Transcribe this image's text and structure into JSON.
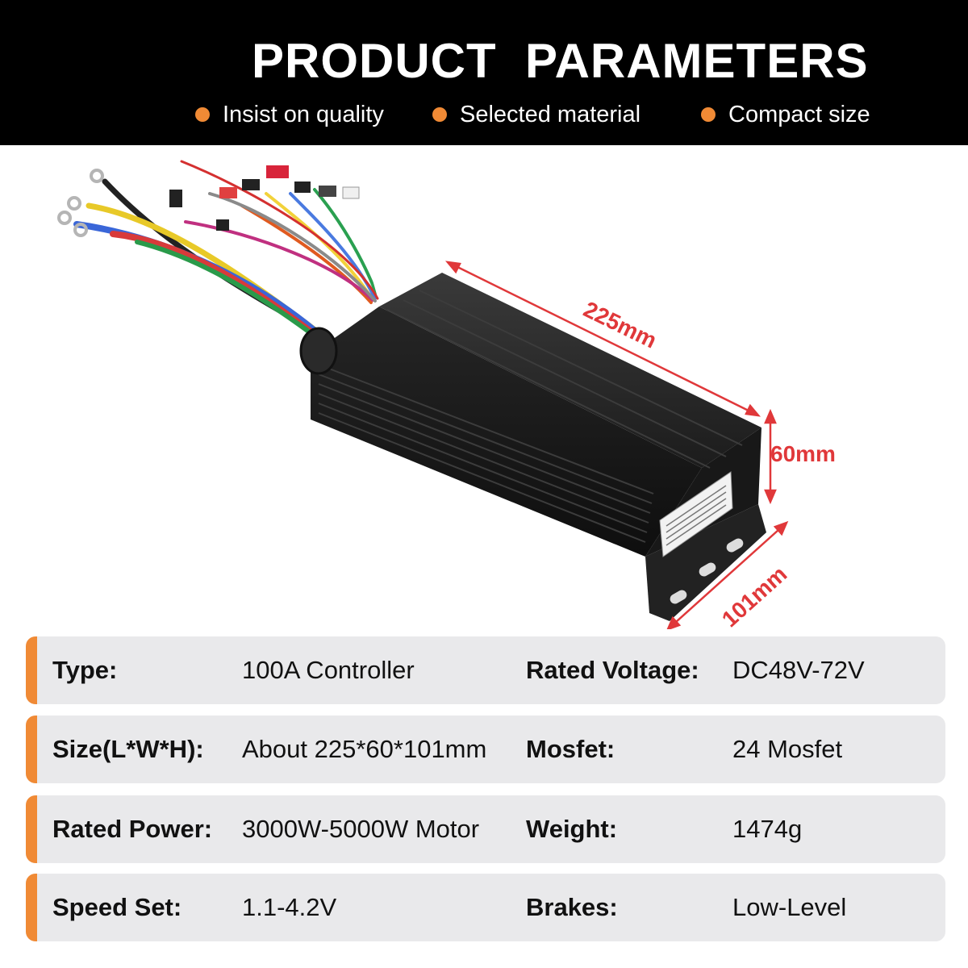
{
  "header": {
    "title": "PRODUCT  PARAMETERS",
    "features": [
      "Insist on quality",
      "Selected material",
      "Compact size"
    ]
  },
  "dimensions": {
    "length": "225mm",
    "height": "60mm",
    "width": "101mm"
  },
  "specs": [
    {
      "label_left": "Type:",
      "value_left": "100A  Controller",
      "label_right": "Rated Voltage:",
      "value_right": "DC48V-72V"
    },
    {
      "label_left": "Size(L*W*H):",
      "value_left": "About 225*60*101mm",
      "label_right": "Mosfet:",
      "value_right": "24 Mosfet"
    },
    {
      "label_left": "Rated Power:",
      "value_left": "3000W-5000W Motor",
      "label_right": "Weight:",
      "value_right": "1474g"
    },
    {
      "label_left": "Speed Set:",
      "value_left": "1.1-4.2V",
      "label_right": "Brakes:",
      "value_right": "Low-Level"
    }
  ],
  "colors": {
    "header_bg": "#000000",
    "accent": "#f08a35",
    "row_bg": "#e9e9eb",
    "dimension_line": "#e0383a",
    "controller_body": "#1a1a1a"
  }
}
